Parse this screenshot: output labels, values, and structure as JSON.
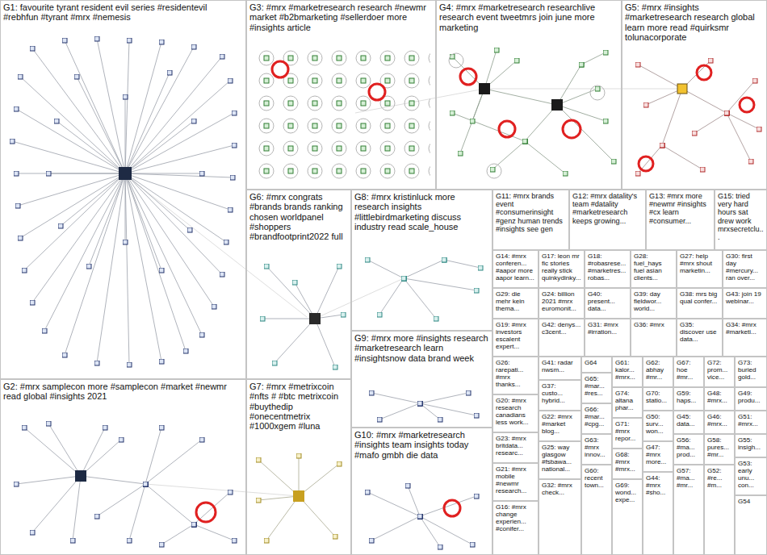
{
  "diagram": {
    "nodes": [
      {
        "text": [
          "G1: favourite tyrant resident evil series #residentevil #rebhfun #tyrant #mrx #nemesis"
        ]
      },
      {
        "text": [
          "G3: #mrx #marketresearch research #newmr market #b2bmarketing #sellerdoer more #insights article"
        ]
      },
      {
        "text": [
          "G4: #mrx #marketresearch researchlive research event tweetmrs join june more marketing"
        ]
      },
      {
        "text": [
          "G5: #mrx #insights #marketresearch research global learn more read #quirksmr tolunacorporate"
        ]
      },
      {
        "text": [
          "G2: #mrx samplecon more #samplecon #market #newmr read global #insights 2021"
        ]
      },
      {
        "text": [
          "G6: #mrx congrats #brands brands ranking chosen worldpanel #shoppers #brandfootprint2022 full"
        ]
      },
      {
        "text": [
          "G8: #mrx kristinluck more research insights #littlebirdmarketing discuss industry read scale_house"
        ]
      },
      {
        "text": [
          "G7: #mrx #metrixcoin #nfts # #btc metrixcoin #buythedip #onecentmetrix #1000xgem #luna"
        ]
      },
      {
        "text": [
          "G9: #mrx more #insights research #marketresearch learn #insightsnow data brand week"
        ]
      },
      {
        "text": [
          "G10: #mrx #marketresearch #insights team insights today #mafo gmbh die data"
        ]
      },
      {
        "text": [
          "G11: #mrx brands event #consumerinsight #genz human trends #insights see gen"
        ]
      },
      {
        "text": [
          "G12: #mrx datality's team #datality #marketresearch keeps growing..."
        ]
      },
      {
        "text": [
          "G13: #mrx more #newmr #insights #cx learn #consumer..."
        ]
      },
      {
        "text": [
          "G15: tried very hard hours sat drew work mrxsecretclu..."
        ]
      },
      {
        "text": [
          "G14: #mrx conferen... #aapor more aapor learn..."
        ]
      },
      {
        "text": [
          "G17: leon mr fic stories really stick quinkydinky..."
        ]
      },
      {
        "text": [
          "G18: #robasrese... #marketres... robas..."
        ]
      },
      {
        "text": [
          "G28: fuel_hays fuel asian clients..."
        ]
      },
      {
        "text": [
          "G27: help #mrx shout marketin..."
        ]
      },
      {
        "text": [
          "G30: first day #mercury... ran over..."
        ]
      },
      {
        "text": [
          "G29: die mehr kein thema..."
        ]
      },
      {
        "text": [
          "G24: billion 2021 #mrx euromonit..."
        ]
      },
      {
        "text": [
          "G40: present... data..."
        ]
      },
      {
        "text": [
          "G39: day fieldwor... world..."
        ]
      },
      {
        "text": [
          "G38: mrs big qual confer..."
        ]
      },
      {
        "text": [
          "G43: join 19 webinar..."
        ]
      },
      {
        "text": [
          "G19: #mrx investors escalent expert..."
        ]
      },
      {
        "text": [
          "G42: denys... c3cent..."
        ]
      },
      {
        "text": [
          "G31: #mrx #irration..."
        ]
      },
      {
        "text": [
          "G36: #mrx"
        ]
      },
      {
        "text": [
          "G35: discover use data..."
        ]
      },
      {
        "text": [
          "G34: #mrx #marketi..."
        ]
      },
      {
        "text": [
          "G26: rarepati... #mrx thanks..."
        ]
      },
      {
        "text": [
          "G20: #mrx research canadians less work..."
        ]
      },
      {
        "text": [
          "G23: #mrx britdata... researc..."
        ]
      },
      {
        "text": [
          "G21: #mrx mobile #newmr research..."
        ]
      },
      {
        "text": [
          "G16: #mrx change experien... #conifer..."
        ]
      },
      {
        "text": [
          "G41: radar nwsm..."
        ]
      },
      {
        "text": [
          "G37: custo... hybrid..."
        ]
      },
      {
        "text": [
          "G22: #mrx #market blog..."
        ]
      },
      {
        "text": [
          "G25: way glasgow #fsbawa... national..."
        ]
      },
      {
        "text": [
          "G32: #mrx check..."
        ]
      },
      {
        "text": [
          "G64"
        ]
      },
      {
        "text": [
          "G65: #mar... #res..."
        ]
      },
      {
        "text": [
          "G66: #mar... #cpg..."
        ]
      },
      {
        "text": [
          "G63: #mrx innov..."
        ]
      },
      {
        "text": [
          "G60: recent town..."
        ]
      },
      {
        "text": [
          "G61: kalor... #mrx..."
        ]
      },
      {
        "text": [
          "G74: altana phar..."
        ]
      },
      {
        "text": [
          "G71: #mrx repor..."
        ]
      },
      {
        "text": [
          "G68: #mrx #mrx..."
        ]
      },
      {
        "text": [
          "G69: wond... expe..."
        ]
      },
      {
        "text": [
          "G62: abhay #mr..."
        ]
      },
      {
        "text": [
          "G70: statio..."
        ]
      },
      {
        "text": [
          "G50: surv... won..."
        ]
      },
      {
        "text": [
          "G47: #mrx more..."
        ]
      },
      {
        "text": [
          "G44: #mrx #sho..."
        ]
      },
      {
        "text": [
          "G67: hoe #mr..."
        ]
      },
      {
        "text": [
          "G59: haps..."
        ]
      },
      {
        "text": [
          "G45: data..."
        ]
      },
      {
        "text": [
          "G56: #ma... prod..."
        ]
      },
      {
        "text": [
          "G57: #ma... #mr..."
        ]
      },
      {
        "text": [
          "G72: prom... vice..."
        ]
      },
      {
        "text": [
          "G48: #mrx..."
        ]
      },
      {
        "text": [
          "G46: #mrx..."
        ]
      },
      {
        "text": [
          "G58: pures... #mr..."
        ]
      },
      {
        "text": [
          "G52: #re... #m..."
        ]
      },
      {
        "text": [
          "G73: buried gold..."
        ]
      },
      {
        "text": [
          "G49: produ..."
        ]
      },
      {
        "text": [
          "G51: #mrx..."
        ]
      },
      {
        "text": [
          "G55: insigh..."
        ]
      },
      {
        "text": [
          "G53: early unu... con..."
        ]
      },
      {
        "text": [
          "G54"
        ]
      }
    ]
  }
}
